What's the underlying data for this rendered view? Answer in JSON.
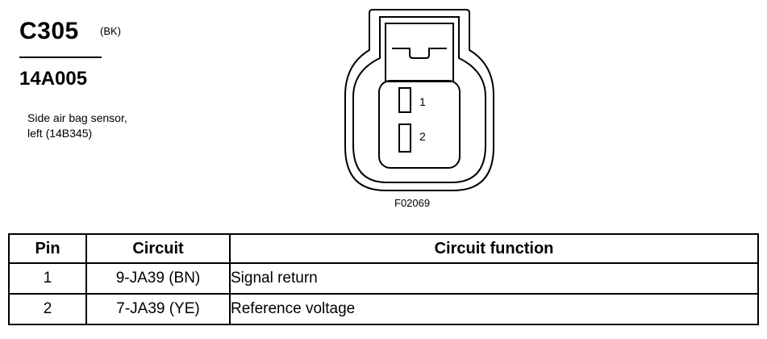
{
  "header": {
    "connector_id": "C305",
    "connector_color": "(BK)",
    "part_number": "14A005",
    "description_lines": [
      "Side air bag sensor,",
      "left (14B345)"
    ]
  },
  "diagram": {
    "pin_labels": [
      "1",
      "2"
    ],
    "figure_ref": "F02069"
  },
  "table": {
    "headers": {
      "pin": "Pin",
      "circuit": "Circuit",
      "function": "Circuit function"
    },
    "rows": [
      {
        "pin": "1",
        "circuit": "9-JA39 (BN)",
        "function": "Signal return"
      },
      {
        "pin": "2",
        "circuit": "7-JA39 (YE)",
        "function": "Reference voltage"
      }
    ]
  },
  "colors": {
    "ink": "#000000",
    "paper": "#ffffff"
  }
}
